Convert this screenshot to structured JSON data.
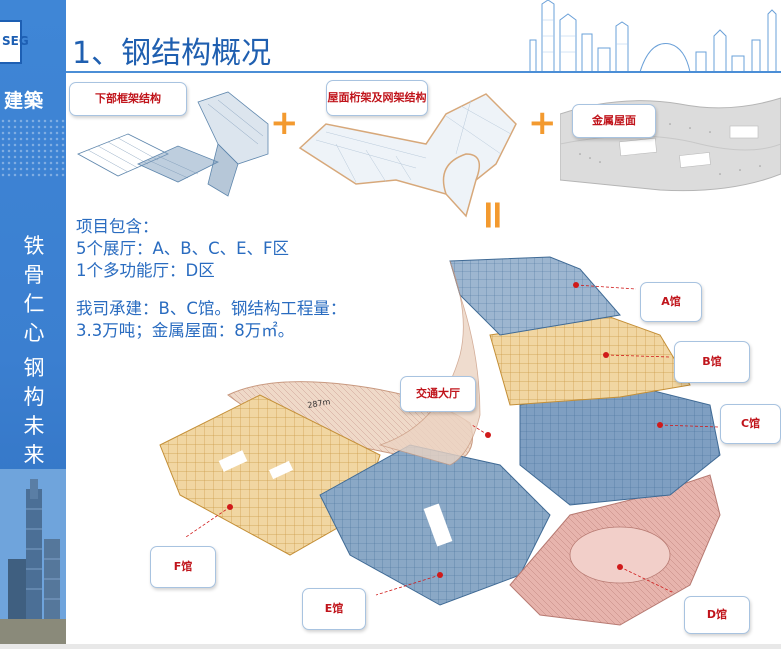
{
  "slide": {
    "title": "1、钢结构概况",
    "logo_text": "SEG",
    "brand_text": "建築",
    "slogan": [
      "铁",
      "骨",
      "仁",
      "心",
      "钢",
      "构",
      "未",
      "来"
    ]
  },
  "components": {
    "lower_frame_label": "下部框架结构",
    "roof_truss_label": "屋面桁架及网架结构",
    "metal_roof_label": "金属屋面",
    "plus_symbol": "+",
    "equals_symbol": "="
  },
  "description": {
    "line1": "项目包含：",
    "line2": "5个展厅：A、B、C、E、F区",
    "line3": "1个多功能厅：D区",
    "line4": "我司承建：B、C馆。钢结构工程量：",
    "line5": "3.3万吨；金属屋面：8万㎡。"
  },
  "model": {
    "dimension_label": "287m",
    "halls": {
      "a": "A馆",
      "b": "B馆",
      "c": "C馆",
      "d": "D馆",
      "e": "E馆",
      "f": "F馆",
      "traffic": "交通大厅"
    }
  },
  "colors": {
    "title_blue": "#1f5fb0",
    "callout_red": "#c0141b",
    "plus_orange": "#f39a2f",
    "steel_blue": "#4f7ea8",
    "truss_yellow": "#e7b965",
    "roof_pink": "#d9a19a"
  }
}
